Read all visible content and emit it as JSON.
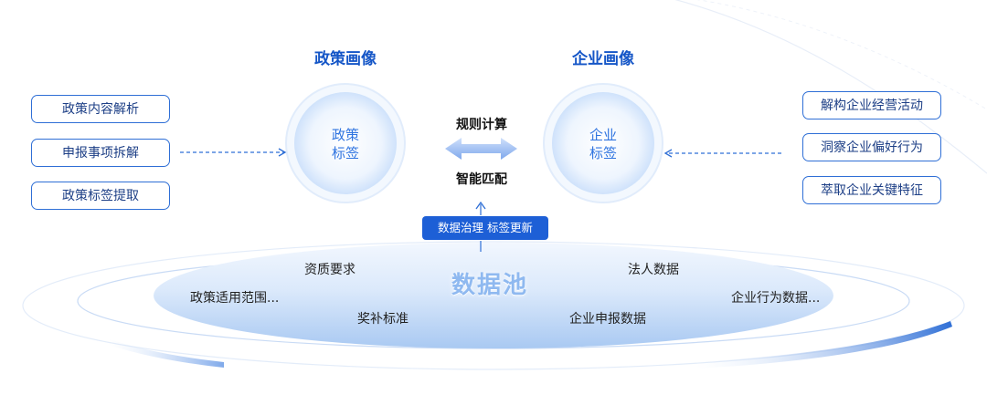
{
  "policy_profile": {
    "title": "政策画像",
    "center_label": [
      "政策",
      "标签"
    ],
    "sources": [
      "政策内容解析",
      "申报事项拆解",
      "政策标签提取"
    ]
  },
  "enterprise_profile": {
    "title": "企业画像",
    "center_label": [
      "企业",
      "标签"
    ],
    "sources": [
      "解构企业经营活动",
      "洞察企业偏好行为",
      "萃取企业关键特征"
    ]
  },
  "matching": {
    "top_label": "规则计算",
    "bottom_label": "智能匹配"
  },
  "governance_badge": "数据治理 标签更新",
  "data_pool": {
    "title": "数据池",
    "items": [
      "资质要求",
      "政策适用范围...",
      "奖补标准",
      "法人数据",
      "企业行为数据...",
      "企业申报数据"
    ]
  },
  "colors": {
    "primary": "#1556c7",
    "accent": "#2f74e0",
    "box_border": "#2f6fd6",
    "badge_bg": "#1d5fd6"
  }
}
